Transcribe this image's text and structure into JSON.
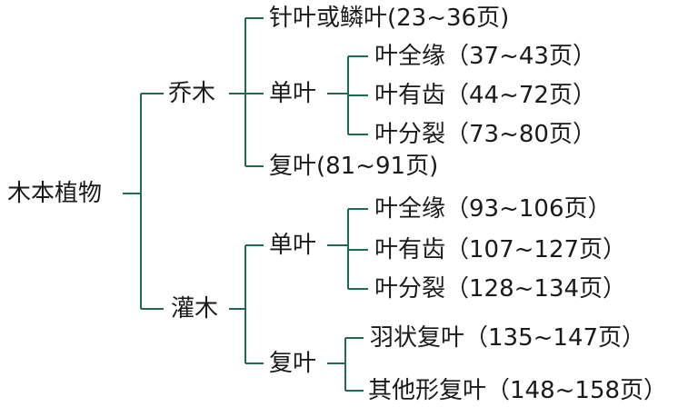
{
  "tree": {
    "root": "木本植物",
    "arbor": {
      "label": "乔木",
      "needle": "针叶或鳞叶(23~36页)",
      "simple": {
        "label": "单叶",
        "entire": "叶全缘（37~43页）",
        "toothed": "叶有齿（44~72页）",
        "lobed": "叶分裂（73~80页）"
      },
      "compound": "复叶(81~91页)"
    },
    "shrub": {
      "label": "灌木",
      "simple": {
        "label": "单叶",
        "entire": "叶全缘（93~106页）",
        "toothed": "叶有齿（107~127页）",
        "lobed": "叶分裂（128~134页）"
      },
      "compound": {
        "label": "复叶",
        "pinnate": "羽状复叶（135~147页）",
        "other": "其他形复叶（148~158页）"
      }
    }
  },
  "colors": {
    "connector": "#1f6b52",
    "text": "#1a1a1a"
  }
}
